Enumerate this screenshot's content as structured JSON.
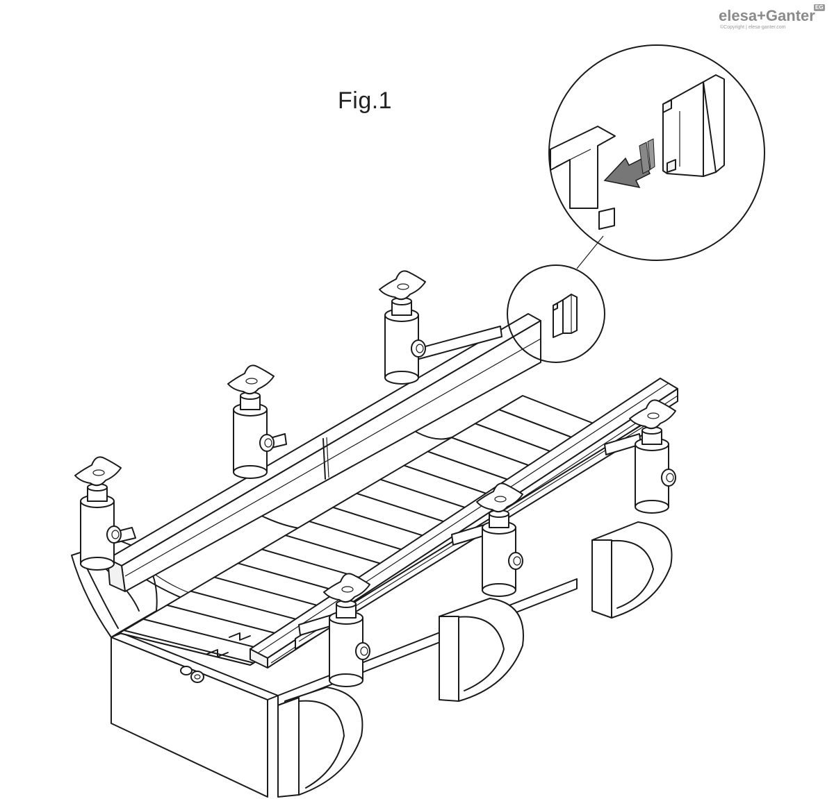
{
  "figure": {
    "title": "Fig.1"
  },
  "brand": {
    "logo_text": "elesa+Ganter",
    "badge": "EG",
    "copyright": "©Copyright | elesa-ganter.com"
  },
  "colors": {
    "line": "#1a1a1a",
    "arrow": "#777777",
    "logo": "#8a8a8a"
  },
  "icons": {
    "knob": "star-grip-knob-icon",
    "arrow": "insert-direction-arrow-icon"
  }
}
